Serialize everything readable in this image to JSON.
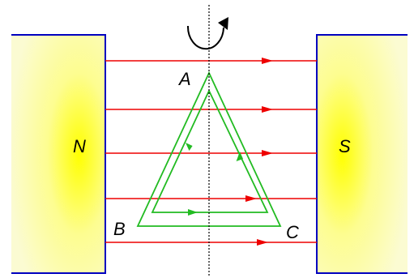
{
  "poles": {
    "left": "N",
    "right": "S"
  },
  "vertices": {
    "top": "A",
    "bottom_left": "B",
    "bottom_right": "C"
  },
  "rotation_indicator": "counter-clockwise-arrow-icon",
  "colors": {
    "magnet_border": "#0000c0",
    "magnet_glow_center": "#ffff00",
    "magnet_glow_edge": "#fcfccc",
    "field_lines": "#ee0000",
    "coil": "#22bb22",
    "axis": "#000000"
  }
}
